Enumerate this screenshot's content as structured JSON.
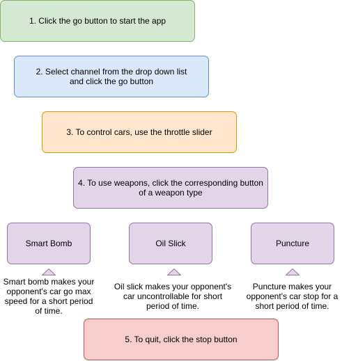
{
  "steps": {
    "step1": "1. Click the go button to start the app",
    "step2_line1": "2. Select channel from the drop down list",
    "step2_line2": "and click the go button",
    "step3": "3. To control cars, use the throttle slider",
    "step4_line1": "4. To use weapons, click the corresponding button",
    "step4_line2": "of a weapon type",
    "step5": "5. To quit, click the stop button"
  },
  "weapons": [
    {
      "label": "Smart Bomb",
      "desc": [
        "Smart bomb makes your",
        "opponent's car go max",
        "speed for a short period",
        "of time."
      ]
    },
    {
      "label": "Oil Slick",
      "desc": [
        "Oil slick makes your opponent's",
        "car uncontrollable for short",
        "period of time."
      ]
    },
    {
      "label": "Puncture",
      "desc": [
        "Puncture makes your",
        "opponent's car stop for a",
        "short period of time."
      ]
    }
  ],
  "colors": {
    "green_fill": "#d5e8d4",
    "blue_fill": "#dae8fc",
    "orange_fill": "#ffe6cc",
    "purple_fill": "#e1d5e7",
    "red_fill": "#f8cecc"
  }
}
